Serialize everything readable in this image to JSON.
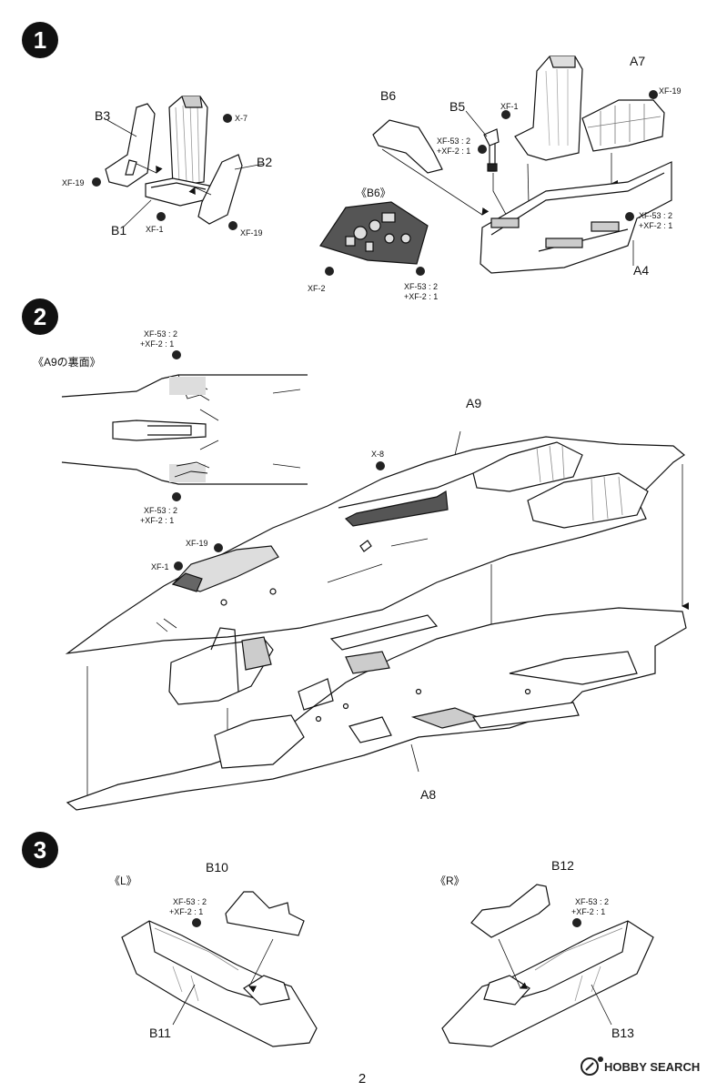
{
  "steps": [
    {
      "number": "1"
    },
    {
      "number": "2"
    },
    {
      "number": "3"
    }
  ],
  "step1": {
    "parts": {
      "b3": "B3",
      "b2": "B2",
      "b1": "B1",
      "b6": "B6",
      "b5": "B5",
      "a7": "A7",
      "a4": "A4"
    },
    "detail_label": "《B6》",
    "paints": {
      "x7": "X-7",
      "xf19_left": "XF-19",
      "xf19_right": "XF-19",
      "xf1_seat": "XF-1",
      "xf53_b5_1": "XF-53 : 2",
      "xf53_b5_2": "+XF-2 : 1",
      "xf1_b5": "XF-1",
      "xf19_a7": "XF-19",
      "xf53_a4_1": "XF-53 : 2",
      "xf53_a4_2": "+XF-2 : 1",
      "xf2_b6": "XF-2",
      "xf53_b6_1": "XF-53 : 2",
      "xf53_b6_2": "+XF-2 : 1"
    }
  },
  "step2": {
    "detail_label": "《A9の裏面》",
    "parts": {
      "a9": "A9",
      "a8": "A8"
    },
    "paints": {
      "top_1": "XF-53 : 2",
      "top_2": "+XF-2 : 1",
      "bot_1": "XF-53 : 2",
      "bot_2": "+XF-2 : 1",
      "x8": "X-8",
      "xf19": "XF-19",
      "xf1": "XF-1"
    }
  },
  "step3": {
    "left_label": "《L》",
    "right_label": "《R》",
    "parts": {
      "b10": "B10",
      "b11": "B11",
      "b12": "B12",
      "b13": "B13"
    },
    "paints": {
      "l_1": "XF-53 : 2",
      "l_2": "+XF-2 : 1",
      "r_1": "XF-53 : 2",
      "r_2": "+XF-2 : 1"
    }
  },
  "footer": {
    "page_number": "2",
    "watermark_brand": "HOBBY SEARCH"
  },
  "colors": {
    "line": "#111111",
    "gray_fill": "#d8d8d8",
    "dark_fill": "#555555",
    "step_circle": "#111111"
  }
}
